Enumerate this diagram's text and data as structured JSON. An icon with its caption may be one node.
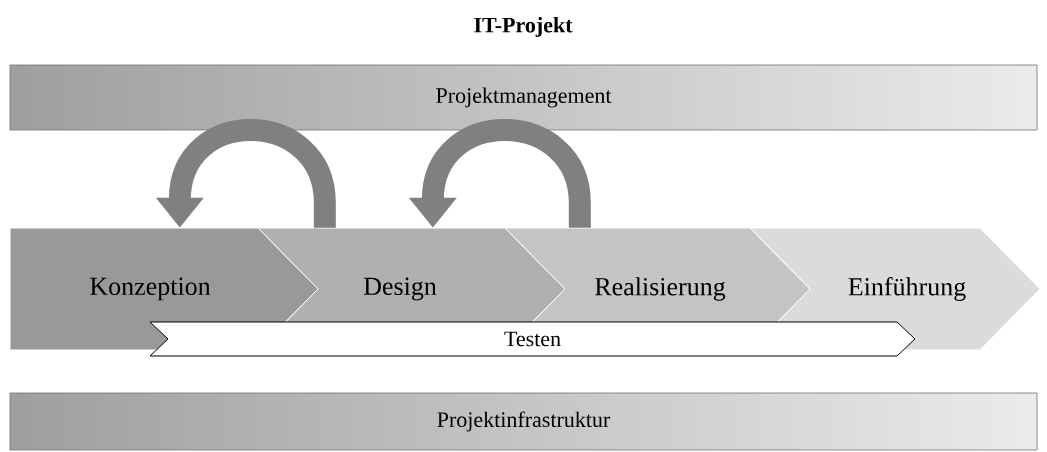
{
  "diagram": {
    "title": "IT-Projekt",
    "nodes": [
      {
        "text": [
          "Projektmanagement"
        ]
      },
      {
        "text": [
          "Konzeption"
        ]
      },
      {
        "text": [
          "Design"
        ]
      },
      {
        "text": [
          "Realisierung"
        ]
      },
      {
        "text": [
          "Einführung"
        ]
      },
      {
        "text": [
          "Testen"
        ]
      },
      {
        "text": [
          "Projektinfrastruktur"
        ]
      }
    ],
    "edges": [
      {
        "from": 2,
        "to": 1,
        "arrow": "to"
      },
      {
        "from": 3,
        "to": 2,
        "arrow": "to"
      }
    ]
  }
}
